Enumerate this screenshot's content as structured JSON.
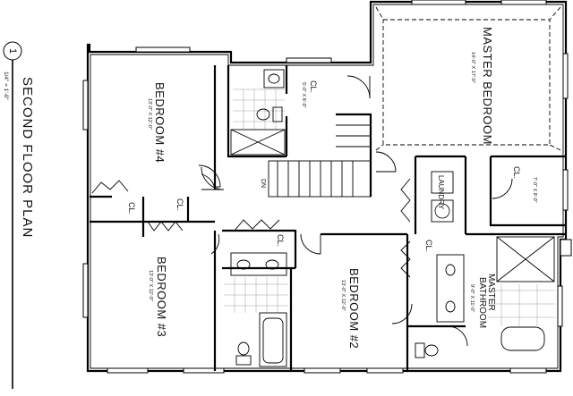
{
  "sheet": {
    "number": "1",
    "title": "SECOND FLOOR PLAN",
    "scale": "1/4\" = 1'-0\""
  },
  "rooms": {
    "master_bedroom": {
      "name": "MASTER BEDROOM",
      "dims": "14'-0\" X 17'-0\""
    },
    "bedroom_4": {
      "name": "BEDROOM #4",
      "dims": "13'-0\" X 12'-0\""
    },
    "bedroom_3": {
      "name": "BEDROOM #3",
      "dims": "13'-0\" X 12'-0\""
    },
    "bedroom_2": {
      "name": "BEDROOM #2",
      "dims": "13'-0\" X 12'-0\""
    },
    "master_bath": {
      "name_line1": "MASTER",
      "name_line2": "BATHROOM",
      "dims": "9'-0\" X 11'-0\""
    },
    "laundry": {
      "name": "LAUNDRY"
    }
  },
  "closets": {
    "top": {
      "label": "CL.",
      "dims": "5'-0\" X 8'-0\""
    },
    "master": {
      "label": "CL.",
      "dims": "7'-0\" X 8'-0\""
    },
    "bed4": {
      "label": "CL."
    },
    "bed3": {
      "label": "CL."
    },
    "hall": {
      "label": "CL."
    },
    "bed2": {
      "label": "CL."
    }
  },
  "stairs": {
    "label": "DN"
  }
}
